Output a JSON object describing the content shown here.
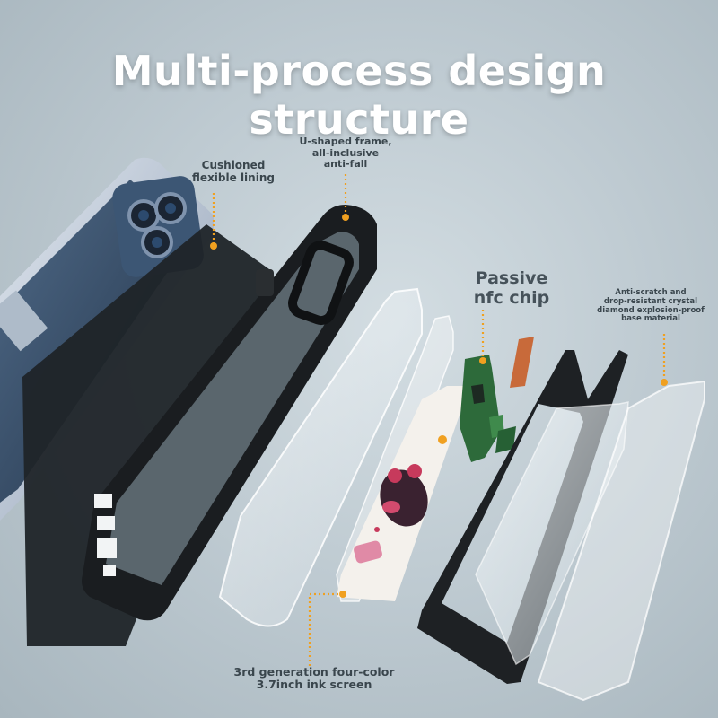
{
  "title": "Multi-process design structure",
  "labels": {
    "lining": [
      "Cushioned",
      "flexible lining"
    ],
    "frame": [
      "U-shaped frame,",
      "all-inclusive",
      "anti-fall"
    ],
    "nfc": [
      "Passive",
      "nfc chip"
    ],
    "glass": [
      "Anti-scratch and",
      "drop-resistant crystal",
      "diamond explosion-proof",
      "base material"
    ],
    "ink": [
      "3rd generation four-color",
      "3.7inch ink screen"
    ]
  },
  "colors": {
    "accent": "#f0a020",
    "title": "#ffffff",
    "frame": "#1a1d20"
  }
}
